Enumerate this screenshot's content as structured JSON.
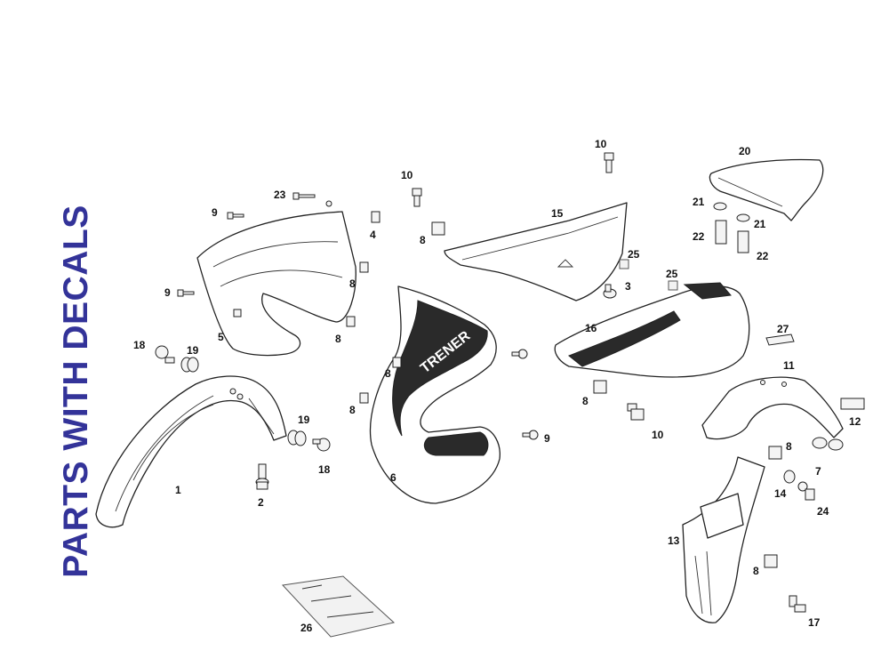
{
  "title": "PARTS WITH DECALS",
  "colors": {
    "title": "#333399",
    "line": "#222222"
  },
  "callouts": [
    "1",
    "2",
    "3",
    "4",
    "5",
    "6",
    "7",
    "8",
    "9",
    "10",
    "11",
    "12",
    "13",
    "14",
    "15",
    "16",
    "17",
    "18",
    "19",
    "20",
    "21",
    "22",
    "23",
    "24",
    "25",
    "26",
    "27"
  ],
  "decal_text": "TRENER"
}
